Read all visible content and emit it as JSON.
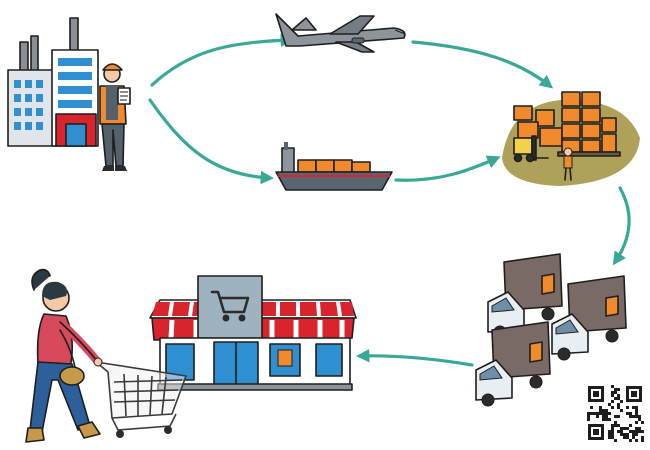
{
  "diagram": {
    "nodes": [
      {
        "id": "factory",
        "icon": "factory-with-worker-icon"
      },
      {
        "id": "air-freight",
        "icon": "cargo-airplane-icon"
      },
      {
        "id": "sea-freight",
        "icon": "container-ship-icon"
      },
      {
        "id": "warehouse",
        "icon": "warehouse-pallets-forklift-icon"
      },
      {
        "id": "truck-fleet",
        "icon": "delivery-trucks-icon"
      },
      {
        "id": "retail-store",
        "icon": "supermarket-storefront-icon"
      },
      {
        "id": "shopper",
        "icon": "woman-with-shopping-cart-icon"
      },
      {
        "id": "qr-code",
        "icon": "qr-code-icon"
      }
    ],
    "edges": [
      {
        "from": "factory",
        "to": "air-freight"
      },
      {
        "from": "factory",
        "to": "sea-freight"
      },
      {
        "from": "air-freight",
        "to": "warehouse"
      },
      {
        "from": "sea-freight",
        "to": "warehouse"
      },
      {
        "from": "warehouse",
        "to": "truck-fleet"
      },
      {
        "from": "truck-fleet",
        "to": "retail-store"
      }
    ]
  },
  "colors": {
    "arrow": "#3aa897",
    "box_orange": "#f08a2c",
    "plane_gray": "#8e949c",
    "ship_hull": "#5a6470",
    "truck_cargo": "#7a6a66",
    "truck_cab": "#e9eef2",
    "store_red": "#d8242c",
    "store_sign": "#9fb2bf",
    "factory_blue": "#2f8fd0",
    "ground_khaki": "#b0a15a",
    "shopper_shirt": "#d64a5c",
    "shopper_jeans": "#2d5f9b"
  }
}
